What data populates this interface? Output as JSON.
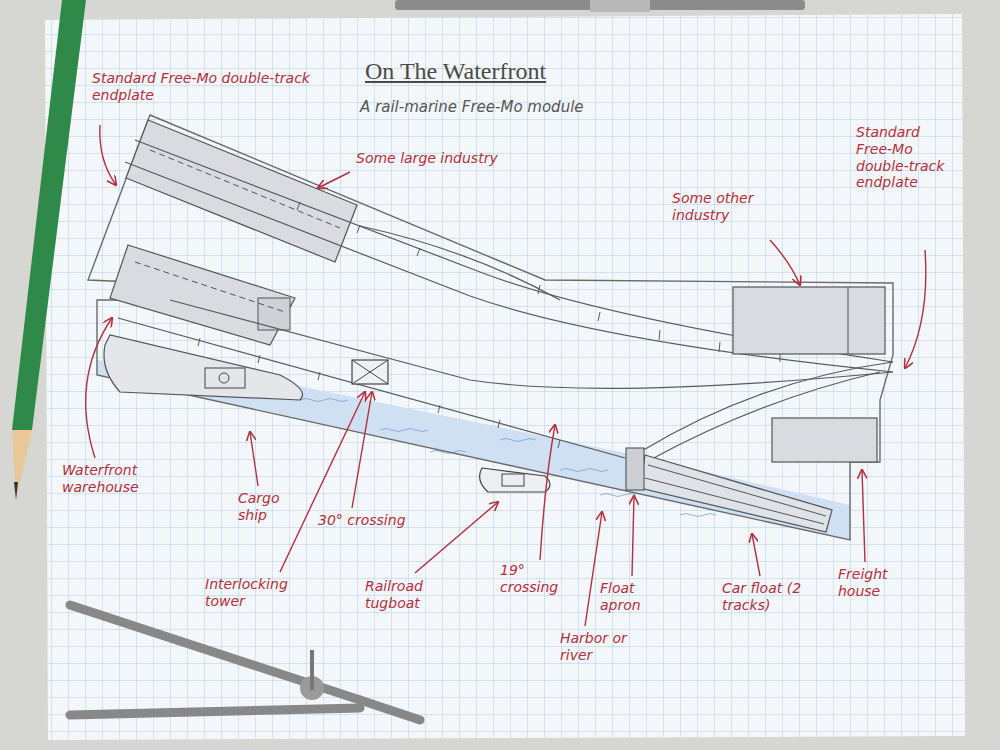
{
  "diagram": {
    "title": "On The Waterfront",
    "labels": [
      "A rail-marine Free-Mo module",
      "Standard Free-Mo double-track endplate",
      "Some large industry",
      "Some other industry",
      "Standard Free-Mo double-track endplate",
      "Waterfront warehouse",
      "Cargo ship",
      "30° crossing",
      "Interlocking tower",
      "Railroad tugboat",
      "19° crossing",
      "Float apron",
      "Harbor or river",
      "Car float (2 tracks)",
      "Freight house"
    ]
  }
}
